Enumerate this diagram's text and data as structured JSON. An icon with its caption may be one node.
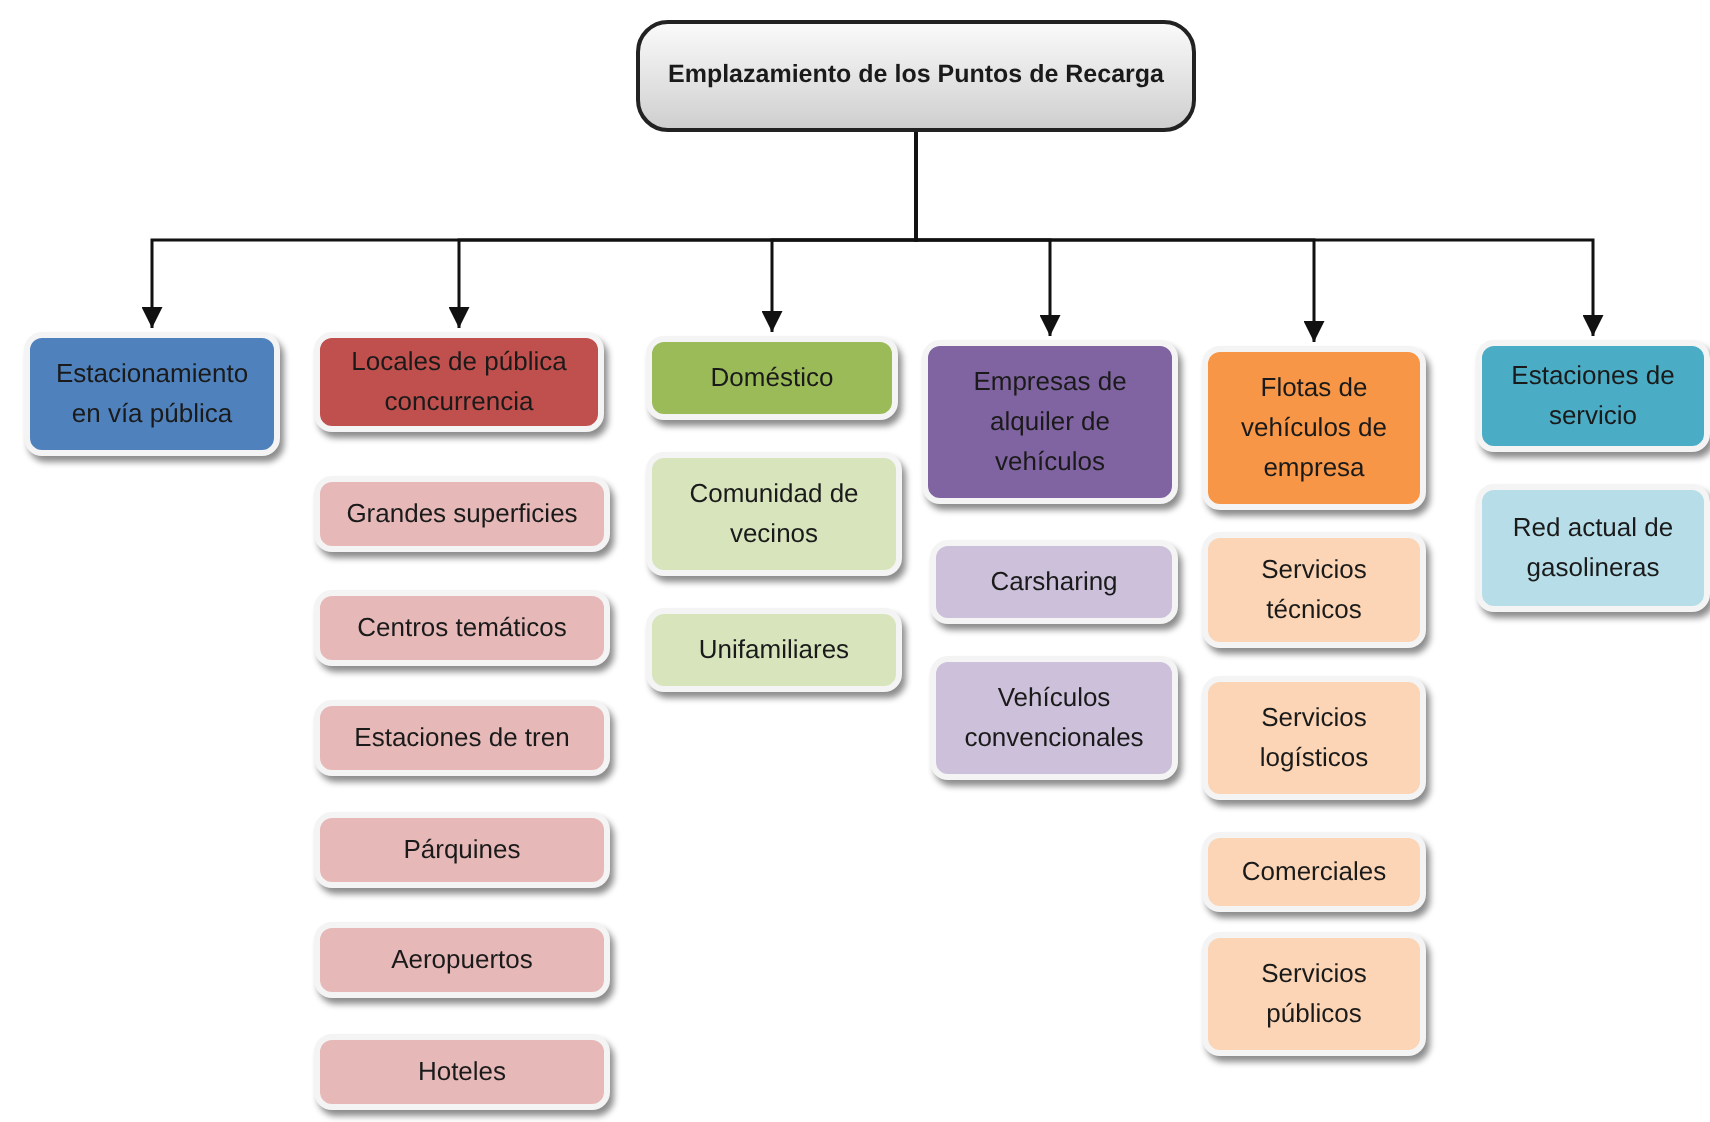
{
  "diagram": {
    "nodes": [
      {
        "text": [
          "Emplazamiento de los Puntos de Recarga"
        ]
      },
      {
        "text": [
          "Estacionamiento en vía pública"
        ]
      },
      {
        "text": [
          "Locales de pública concurrencia"
        ]
      },
      {
        "text": [
          "Grandes superficies"
        ]
      },
      {
        "text": [
          "Centros temáticos"
        ]
      },
      {
        "text": [
          "Estaciones de tren"
        ]
      },
      {
        "text": [
          "Párquines"
        ]
      },
      {
        "text": [
          "Aeropuertos"
        ]
      },
      {
        "text": [
          "Hoteles"
        ]
      },
      {
        "text": [
          "Doméstico"
        ]
      },
      {
        "text": [
          "Comunidad de vecinos"
        ]
      },
      {
        "text": [
          "Unifamiliares"
        ]
      },
      {
        "text": [
          "Empresas de alquiler de vehículos"
        ]
      },
      {
        "text": [
          "Carsharing"
        ]
      },
      {
        "text": [
          "Vehículos convencionales"
        ]
      },
      {
        "text": [
          "Flotas de vehículos de empresa"
        ]
      },
      {
        "text": [
          "Servicios técnicos"
        ]
      },
      {
        "text": [
          "Servicios logísticos"
        ]
      },
      {
        "text": [
          "Comerciales"
        ]
      },
      {
        "text": [
          "Servicios públicos"
        ]
      },
      {
        "text": [
          "Estaciones de servicio"
        ]
      },
      {
        "text": [
          "Red actual de gasolineras"
        ]
      }
    ],
    "edges": [
      {
        "from": 0,
        "to": 1,
        "arrow": "to"
      },
      {
        "from": 0,
        "to": 2,
        "arrow": "to"
      },
      {
        "from": 0,
        "to": 9,
        "arrow": "to"
      },
      {
        "from": 0,
        "to": 12,
        "arrow": "to"
      },
      {
        "from": 0,
        "to": 15,
        "arrow": "to"
      },
      {
        "from": 0,
        "to": 20,
        "arrow": "to"
      }
    ]
  }
}
